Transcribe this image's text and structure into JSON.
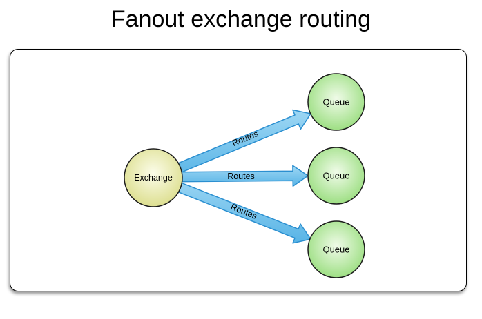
{
  "title": "Fanout exchange routing",
  "diagram": {
    "exchange": {
      "label": "Exchange"
    },
    "queues": [
      {
        "label": "Queue"
      },
      {
        "label": "Queue"
      },
      {
        "label": "Queue"
      }
    ],
    "edges": [
      {
        "label": "Routes"
      },
      {
        "label": "Routes"
      },
      {
        "label": "Routes"
      }
    ],
    "colors": {
      "arrow_fill_light": "#9ed7f4",
      "arrow_fill_dark": "#58b4e6",
      "arrow_stroke": "#2b8fd0",
      "queue_center": "#f0fbe9",
      "queue_edge": "#8cd96e",
      "exchange_center": "#fbfce9",
      "exchange_edge": "#d8da81",
      "node_stroke": "#1c1c1c",
      "label_color": "#000000"
    }
  }
}
